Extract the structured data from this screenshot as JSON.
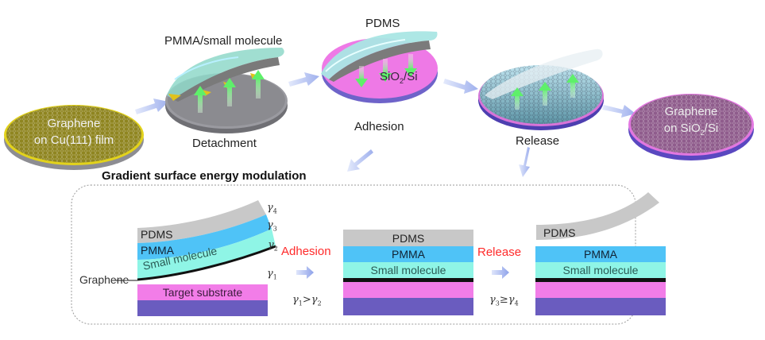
{
  "process": {
    "step1": {
      "line1": "Graphene",
      "line2": "on Cu(111) film"
    },
    "step2": {
      "top_label": "PMMA/small molecule",
      "bottom_label": "Detachment"
    },
    "step3": {
      "top_label": "PDMS",
      "substrate_label": "SiO",
      "substrate_sub": "2",
      "substrate_suffix": "/Si",
      "bottom_label": "Adhesion"
    },
    "step4": {
      "bottom_label": "Release"
    },
    "step5": {
      "line1": "Graphene",
      "line2_prefix": "on SiO",
      "line2_sub": "2",
      "line2_suffix": "/Si"
    }
  },
  "modulation": {
    "title": "Gradient surface energy modulation",
    "panel1": {
      "layers": [
        "PDMS",
        "PMMA",
        "Small molecule",
        "Target substrate"
      ],
      "graphene_label": "Graphene",
      "gammas": [
        {
          "sym": "γ",
          "sub": "4"
        },
        {
          "sym": "γ",
          "sub": "3"
        },
        {
          "sym": "γ",
          "sub": "2"
        },
        {
          "sym": "γ",
          "sub": "1"
        }
      ]
    },
    "transition1": {
      "label": "Adhesion",
      "cond_a": "1",
      "op": ">",
      "cond_b": "2"
    },
    "panel2": {
      "layers": [
        "PDMS",
        "PMMA",
        "Small molecule"
      ]
    },
    "transition2": {
      "label": "Release",
      "cond_a": "3",
      "op": "≥",
      "cond_b": "4"
    },
    "panel3": {
      "layers": [
        "PDMS",
        "PMMA",
        "Small molecule"
      ]
    }
  },
  "colors": {
    "pdms": "#c8c8c8",
    "pmma": "#4fc3f7",
    "small_molecule": "#8ff5e6",
    "graphene": "#111111",
    "target_substrate": "#f27de8",
    "base": "#6a5cbf",
    "accent_red": "#ff2a2a",
    "arrow": "#9fb0ec"
  }
}
